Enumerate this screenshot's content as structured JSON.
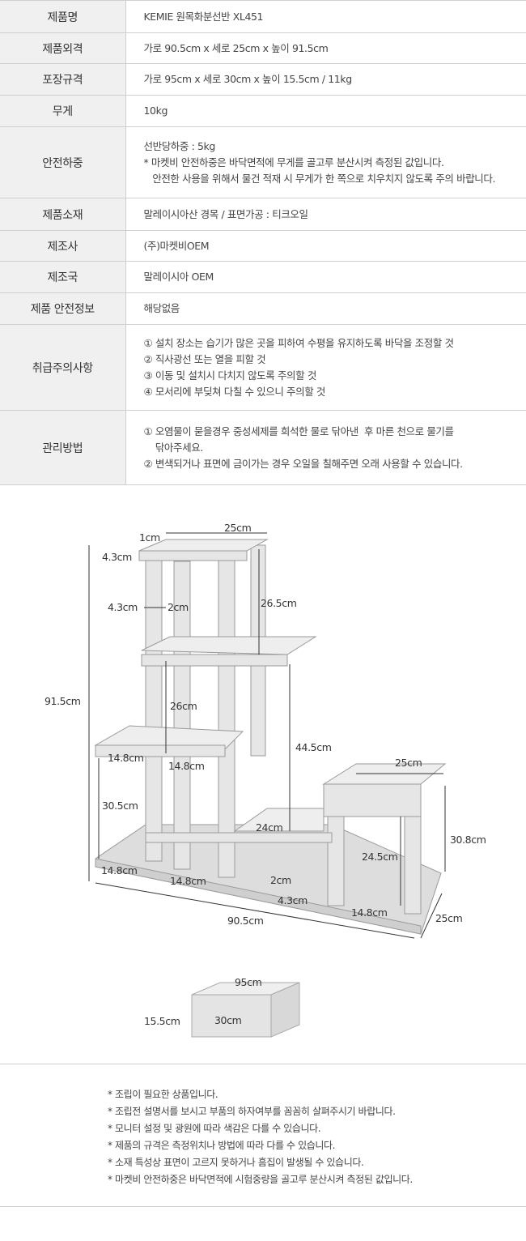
{
  "spec_table": [
    {
      "label": "제품명",
      "lines": [
        "KEMIE 원목화분선반 XL451"
      ]
    },
    {
      "label": "제품외격",
      "lines": [
        "가로 90.5cm x 세로 25cm x 높이 91.5cm"
      ]
    },
    {
      "label": "포장규격",
      "lines": [
        "가로 95cm x 세로 30cm x 높이 15.5cm / 11kg"
      ]
    },
    {
      "label": "무게",
      "lines": [
        "10kg"
      ]
    },
    {
      "label": "안전하중",
      "lines": [
        "선반당하중 : 5kg",
        "* 마켓비 안전하중은 바닥면적에 무게를 골고루 분산시켜 측정된 값입니다.",
        "   안전한 사용을 위해서 물건 적재 시 무게가 한 쪽으로 치우치지 않도록 주의 바랍니다."
      ]
    },
    {
      "label": "제품소재",
      "lines": [
        "말레이시아산 경목 / 표면가공 : 티크오일"
      ]
    },
    {
      "label": "제조사",
      "lines": [
        "(주)마켓비OEM"
      ]
    },
    {
      "label": "제조국",
      "lines": [
        "말레이시아 OEM"
      ]
    },
    {
      "label": "제품 안전정보",
      "lines": [
        "해당없음"
      ]
    },
    {
      "label": "취급주의사항",
      "lines": [
        "① 설치 장소는 습기가 많은 곳을 피하여 수평을 유지하도록 바닥을 조정할 것",
        "② 직사광선 또는 열을 피할 것",
        "③ 이동 및 설치시 다치지 않도록 주의할 것",
        "④ 모서리에 부딪쳐 다칠 수 있으니 주의할 것"
      ]
    },
    {
      "label": "관리방법",
      "lines": [
        "① 오염물이 묻을경우 중성세제를 희석한 물로 닦아낸  후 마른 천으로 물기를",
        "    닦아주세요.",
        "② 변색되거나 표면에 금이가는 경우 오일을 칠해주면 오래 사용할 수 있습니다."
      ]
    }
  ],
  "dimensions": [
    "25cm",
    "1cm",
    "4.3cm",
    "4.3cm",
    "2cm",
    "26.5cm",
    "91.5cm",
    "26cm",
    "44.5cm",
    "25cm",
    "14.8cm",
    "14.8cm",
    "30.5cm",
    "24cm",
    "30.8cm",
    "24.5cm",
    "14.8cm",
    "14.8cm",
    "2cm",
    "4.3cm",
    "14.8cm",
    "25cm",
    "90.5cm"
  ],
  "package_dimensions": [
    "95cm",
    "15.5cm",
    "30cm"
  ],
  "notes": [
    "* 조립이 필요한 상품입니다.",
    "* 조립전 설명서를 보시고 부품의 하자여부를 꼼꼼히 살펴주시기 바랍니다.",
    "* 모니터 설정 및 광원에 따라 색감은 다를 수 있습니다.",
    "* 제품의 규격은 측정위치나 방법에 따라 다를 수 있습니다.",
    "* 소재 특성상 표면이 고르지 못하거나 흠집이 발생될 수 있습니다.",
    "* 마켓비 안전하중은 바닥면적에 시험중량을 골고루 분산시켜 측정된 값입니다."
  ]
}
